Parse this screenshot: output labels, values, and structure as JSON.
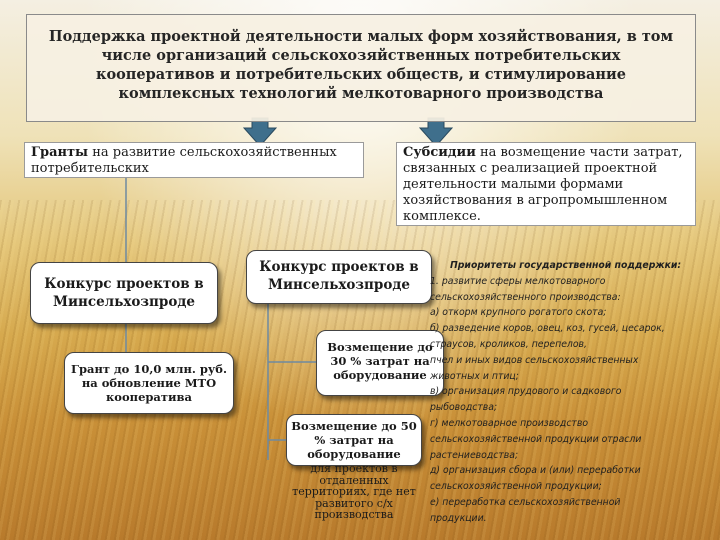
{
  "header": {
    "title": "Поддержка проектной деятельности малых форм хозяйствования, в том числе организаций сельскохозяйственных потребительских кооперативов и потребительских обществ, и стимулирование комплексных технологий мелкотоварного производства"
  },
  "grants": {
    "lead": "Гранты",
    "text": " на развитие сельскохозяйственных потребительских"
  },
  "subsidies": {
    "lead": "Субсидии",
    "text": " на возмещение части затрат, связанных с реализацией проектной деятельности малыми формами хозяйствования в агропромышленном комплексе."
  },
  "contest_left": "Конкурс проектов в Минсельхозпроде",
  "grant_amount": "Грант до 10,0 млн. руб. на обновление МТО кооператива",
  "contest_right": "Конкурс проектов в Минсельхозпроде",
  "compensation_30": "Возмещение до 30 % затрат на оборудование",
  "compensation_50": "Возмещение до 50 % затрат на оборудование",
  "compensation_50_note": "для проектов в отдаленных территориях, где нет развитого с/х производства",
  "priorities": {
    "title": "Приоритеты государственной поддержки:",
    "lines": [
      "   1. развитие сферы мелкотоварного",
      "сельскохозяйственного производства:",
      "      а) откорм крупного рогатого скота;",
      "      б) разведение коров, овец, коз, гусей, цесарок,",
      "страусов, кроликов, перепелов,",
      "пчел и иных видов сельскохозяйственных",
      "животных и птиц;",
      "      в) организация прудового и садкового",
      "рыбоводства;",
      "      г) мелкотоварное производство",
      "сельскохозяйственной продукции отрасли",
      "растениеводства;",
      "      д) организация сбора и (или) переработки",
      "сельскохозяйственной продукции;",
      "      е) переработка сельскохозяйственной",
      "продукции."
    ]
  },
  "colors": {
    "arrow_fill": "#3f6f8c",
    "connector": "#6e8aa0"
  }
}
